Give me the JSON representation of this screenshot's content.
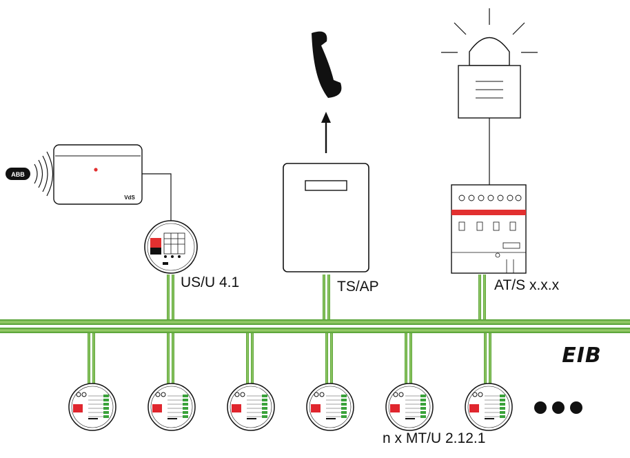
{
  "labels": {
    "coupler": "US/U 4.1",
    "phone_unit": "TS/AP",
    "actuator": "AT/S x.x.x",
    "modules": "n x MT/U 2.12.1",
    "bus_logo": "EIB",
    "keyfob": "ABB",
    "reader": "VdS"
  },
  "icons": [
    "phone-handset-icon",
    "alarm-beacon-icon",
    "bus-logo-icon",
    "ellipsis-icon"
  ],
  "colors": {
    "bus": "#5ea53a",
    "bus_light": "#b8dc8a",
    "stroke": "#111111",
    "led": "#e23030",
    "module_red": "#e0262e",
    "terminal_green": "#3aa23a"
  },
  "module_count_shown": 6
}
